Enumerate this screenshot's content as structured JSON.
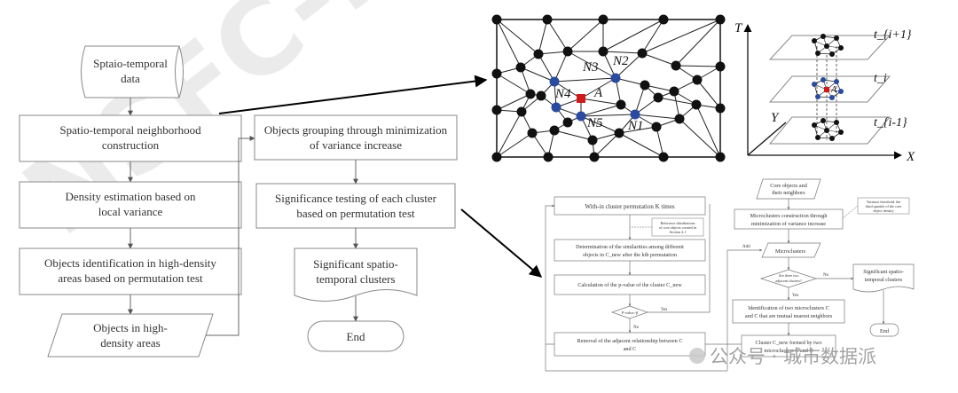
{
  "watermark": {
    "text": "NSFC-RF",
    "bottom_text": "公众号 · 城市数据派",
    "color": "#bfbfbf"
  },
  "left_flow": {
    "input": [
      "Sptaio-temporal",
      "data"
    ],
    "step1": [
      "Spatio-temporal neighborhood",
      "construction"
    ],
    "step2": [
      "Density estimation  based on",
      "local variance"
    ],
    "step3": [
      "Objects identification in high-density",
      "areas based on permutation test"
    ],
    "output": [
      "Objects in high-",
      "density areas"
    ]
  },
  "right_flow": {
    "step1": [
      "Objects grouping through minimization",
      "of variance increase"
    ],
    "step2": [
      "Significance testing of  each cluster",
      "based on permutation test"
    ],
    "result": [
      "Significant spatio-",
      "temporal clusters"
    ],
    "end": "End"
  },
  "neighborhood_graph": {
    "labels": {
      "n1": "N1",
      "n2": "N2",
      "n3": "N3",
      "n4": "N4",
      "n5": "N5",
      "a": "A"
    },
    "colors": {
      "node": "#111111",
      "neighbor": "#2a4aa0",
      "center": "#d11a1a"
    }
  },
  "layers_3d": {
    "axis_t": "T",
    "axis_x": "X",
    "axis_y": "Y",
    "layer_labels": [
      "t_{i+1}",
      "t_i",
      "t_{i-1}"
    ],
    "center_label": "A"
  },
  "detail_flow": {
    "permutation_loop": "With-in cluster permutation K times",
    "reference_note": [
      "Reference distributions",
      "of core objects created in",
      "Section 4.1"
    ],
    "similarity": [
      "Determination of the similarities among different",
      "objects in C_new after the kth permutation"
    ],
    "pvalue": "Calculation of the p-value of the cluster C_new",
    "decision": "P-value>β",
    "yes": "Yes",
    "no": "No",
    "removal": [
      "Removal of the adjacent relationship between C",
      "and C"
    ],
    "core_objects": [
      "Core objects and",
      "their neighbors"
    ],
    "variance_note": [
      "Variance threshold: the",
      "third quartile of the core",
      "object density"
    ],
    "microclusters_construction": [
      "Microclusters construction through",
      "minimization of variance increase"
    ],
    "add": "Add",
    "microclusters": "Microclusters",
    "adjacent_question": [
      "Are there two",
      "adjacent clusters?"
    ],
    "yes2": "Yes",
    "no2": "No",
    "significant": [
      "Significant spatio-",
      "temporal clusters"
    ],
    "identification": [
      "Identification of two microclusters C",
      "and C that are mutual nearest neighbors"
    ],
    "end": "End",
    "cluster_formed": [
      "Cluster C_new formed by  two",
      "microclusters C and C"
    ]
  }
}
